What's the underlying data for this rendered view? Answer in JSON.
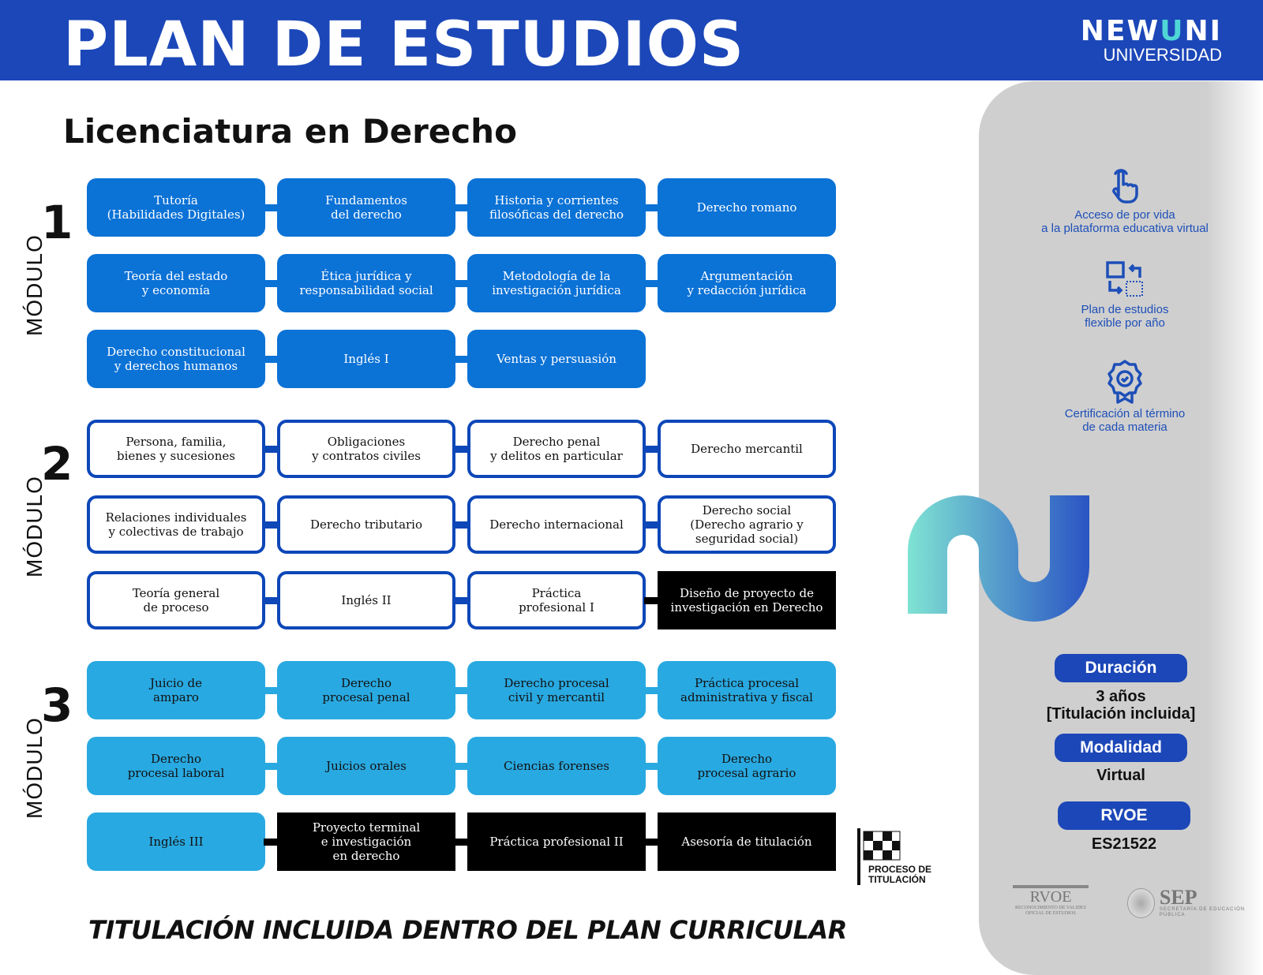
{
  "header": {
    "title": "PLAN DE ESTUDIOS",
    "logo_brand": "NEWUNI",
    "logo_sub": "UNIVERSIDAD"
  },
  "subtitle": "Licenciatura en Derecho",
  "modules": [
    {
      "number": "1",
      "label": "MÓDULO",
      "style": "c1",
      "rows": [
        [
          {
            "text": "Tutoría\n(Habilidades Digitales)"
          },
          {
            "text": "Fundamentos\ndel derecho"
          },
          {
            "text": "Historia y  corrientes\nfilosóficas del derecho"
          },
          {
            "text": "Derecho romano"
          }
        ],
        [
          {
            "text": "Teoría del estado\ny economía"
          },
          {
            "text": "Ética jurídica y\nresponsabilidad social"
          },
          {
            "text": "Metodología de la\ninvestigación jurídica"
          },
          {
            "text": "Argumentación\ny redacción jurídica"
          }
        ],
        [
          {
            "text": "Derecho constitucional\ny derechos humanos"
          },
          {
            "text": "Inglés I"
          },
          {
            "text": "Ventas y persuasión"
          }
        ]
      ]
    },
    {
      "number": "2",
      "label": "MÓDULO",
      "style": "c2",
      "rows": [
        [
          {
            "text": "Persona, familia,\nbienes y sucesiones"
          },
          {
            "text": "Obligaciones\ny contratos civiles"
          },
          {
            "text": "Derecho penal\ny delitos en particular"
          },
          {
            "text": "Derecho mercantil"
          }
        ],
        [
          {
            "text": "Relaciones individuales\ny colectivas de trabajo"
          },
          {
            "text": "Derecho tributario"
          },
          {
            "text": "Derecho internacional"
          },
          {
            "text": "Derecho social\n(Derecho agrario y\nseguridad social)"
          }
        ],
        [
          {
            "text": "Teoría general\nde proceso"
          },
          {
            "text": "Inglés II"
          },
          {
            "text": "Práctica\nprofesional I"
          },
          {
            "text": "Diseño de proyecto de\ninvestigación en Derecho",
            "titulacion": true
          }
        ]
      ]
    },
    {
      "number": "3",
      "label": "MÓDULO",
      "style": "c3",
      "rows": [
        [
          {
            "text": "Juicio de\namparo"
          },
          {
            "text": "Derecho\nprocesal penal"
          },
          {
            "text": "Derecho procesal\ncivil y mercantil"
          },
          {
            "text": "Práctica procesal\nadministrativa y fiscal"
          }
        ],
        [
          {
            "text": "Derecho\nprocesal laboral"
          },
          {
            "text": "Juicios orales"
          },
          {
            "text": "Ciencias forenses"
          },
          {
            "text": "Derecho\nprocesal agrario"
          }
        ],
        [
          {
            "text": "Inglés III"
          },
          {
            "text": "Proyecto terminal\ne investigación\nen derecho",
            "titulacion": true
          },
          {
            "text": "Práctica profesional II",
            "titulacion": true
          },
          {
            "text": "Asesoría de titulación",
            "titulacion": true
          }
        ]
      ]
    }
  ],
  "flag_label": "PROCESO DE\nTITULACIÓN",
  "footer": "TITULACIÓN INCLUIDA DENTRO DEL PLAN CURRICULAR",
  "sidebar": {
    "features": [
      {
        "icon": "hand-pointer-icon",
        "text": "Acceso de por vida\na la plataforma educativa virtual"
      },
      {
        "icon": "flexible-swap-icon",
        "text": "Plan de estudios\nflexible por año"
      },
      {
        "icon": "certificate-badge-icon",
        "text": "Certificación al término\nde cada materia"
      }
    ],
    "duracion_label": "Duración",
    "duracion_value": "3 años\n[Titulación incluida]",
    "modalidad_label": "Modalidad",
    "modalidad_value": "Virtual",
    "rvoe_label": "RVOE",
    "rvoe_value": "ES21522",
    "rvoe_logo": {
      "title": "RVOE",
      "sub": "Reconocimiento de Validez Oficial de Estudios"
    },
    "sep_logo": {
      "title": "SEP",
      "sub": "SECRETARÍA DE EDUCACIÓN PÚBLICA"
    }
  },
  "colors": {
    "header": "#1c47b8",
    "module1": "#0b72d6",
    "module2_border": "#0d47b8",
    "module3": "#29a9e1",
    "titulacion": "#000000"
  }
}
